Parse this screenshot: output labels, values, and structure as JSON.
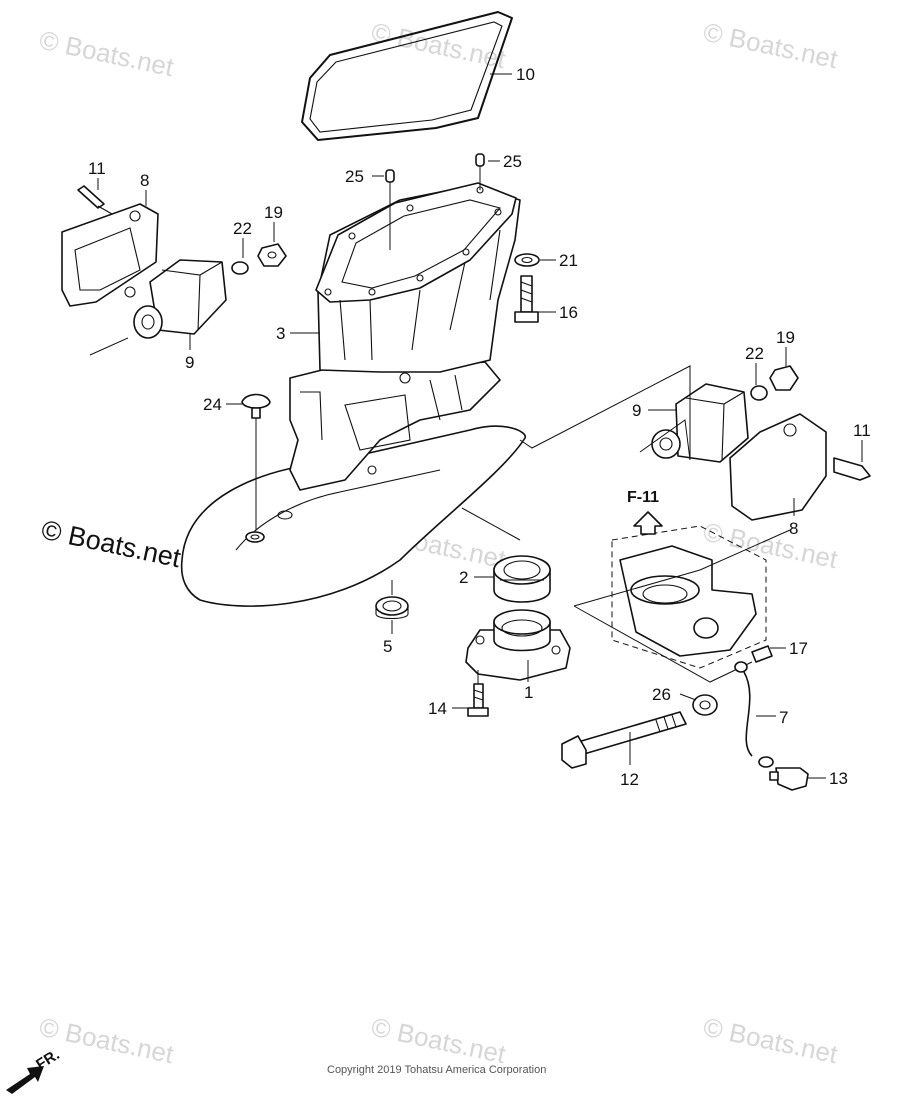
{
  "watermark": "© Boats.net",
  "main_watermark": "© Boats.net",
  "copyright": "Copyright 2019 Tohatsu America Corporation",
  "reference_label": "F-11",
  "front_label": "FR.",
  "callouts": {
    "c1": "1",
    "c2": "2",
    "c3": "3",
    "c5": "5",
    "c7": "7",
    "c8a": "8",
    "c8b": "8",
    "c9a": "9",
    "c9b": "9",
    "c10": "10",
    "c11a": "11",
    "c11b": "11",
    "c12": "12",
    "c13": "13",
    "c14": "14",
    "c16": "16",
    "c17": "17",
    "c19a": "19",
    "c19b": "19",
    "c21": "21",
    "c22a": "22",
    "c22b": "22",
    "c24": "24",
    "c25a": "25",
    "c25b": "25",
    "c26": "26"
  }
}
